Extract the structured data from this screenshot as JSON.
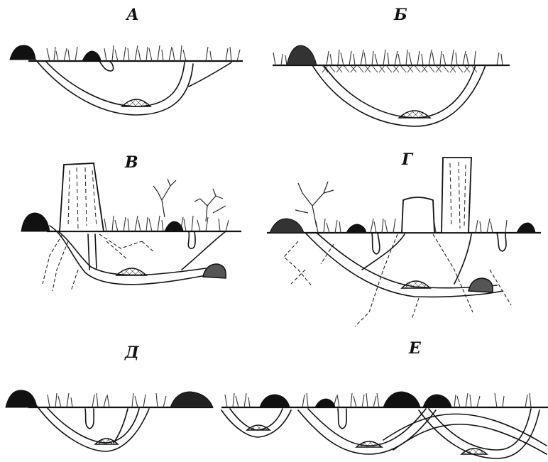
{
  "panels": {
    "a": {
      "label": "А"
    },
    "b": {
      "label": "Б"
    },
    "v": {
      "label": "В"
    },
    "g": {
      "label": "Г"
    },
    "d": {
      "label": "Д"
    },
    "e": {
      "label": "Е"
    }
  },
  "colors": {
    "ink": "#111111",
    "paper": "#ffffff"
  }
}
